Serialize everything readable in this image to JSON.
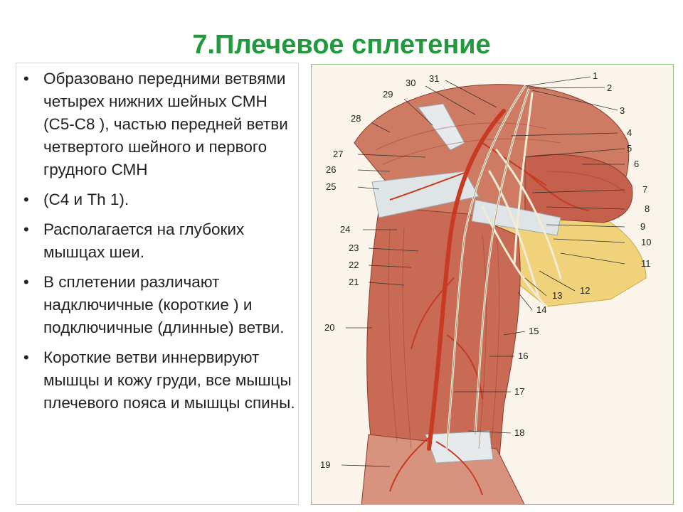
{
  "slide": {
    "title": "7.Плечевое сплетение",
    "bullets": [
      "Образовано передними ветвями четырех нижних шейных СМН   (С5-С8  ), частью передней ветви четвертого шейного и первого грудного СМН",
      "(С4 и Th 1).",
      "Располагается на глубоких мышцах шеи.",
      "В сплетении различают надключичные  (короткие ) и подключичные (длинные) ветви.",
      "Короткие ветви иннервируют мышцы и кожу груди, все мышцы плечевого пояса и мышцы спины."
    ]
  },
  "figure": {
    "colors": {
      "muscle": "#c96a55",
      "muscle_dark": "#8e3a2c",
      "tendon": "#d9dfe3",
      "nerve": "#f2ead2",
      "artery": "#c83a22",
      "fat": "#efd27a"
    },
    "labels_right": [
      "1",
      "2",
      "3",
      "4",
      "5",
      "6",
      "7",
      "8",
      "9",
      "10",
      "11",
      "12",
      "13",
      "14",
      "15",
      "16",
      "17",
      "18"
    ],
    "labels_left": [
      "19",
      "20",
      "21",
      "22",
      "23",
      "24",
      "25",
      "26",
      "27",
      "28",
      "29",
      "30",
      "31"
    ]
  }
}
